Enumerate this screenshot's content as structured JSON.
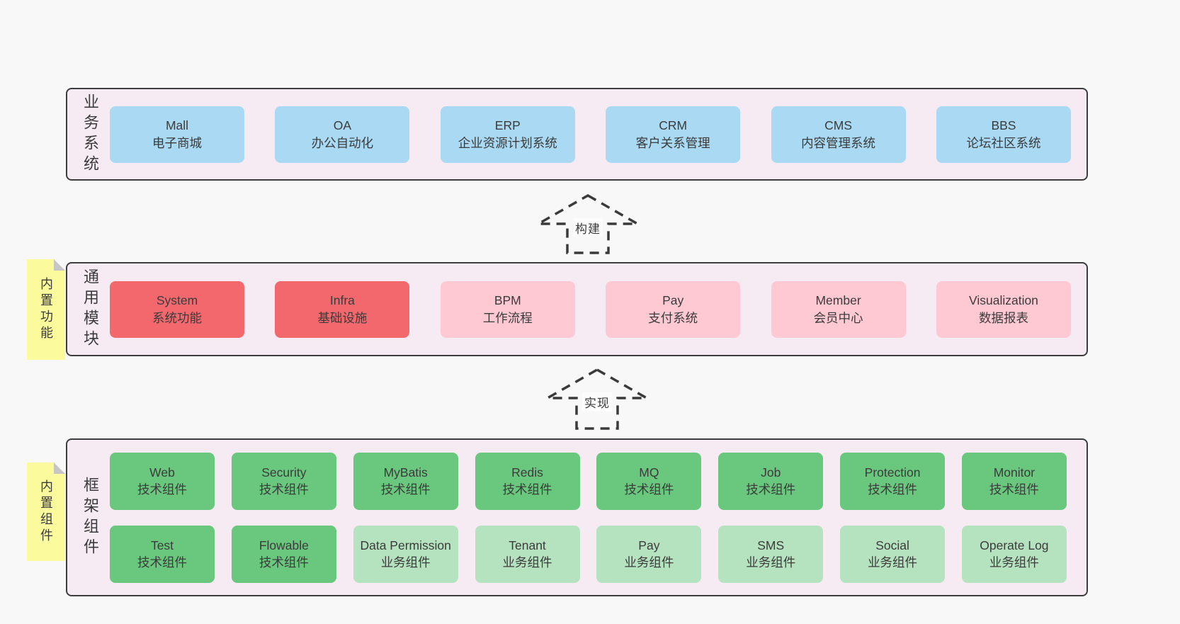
{
  "colors": {
    "page_bg": "#f8f8f8",
    "band_bg": "#f7ebf3",
    "band_border": "#3d3d3d",
    "blue": "#a9d9f3",
    "red": "#f3686d",
    "pink": "#ffc9d4",
    "green": "#69c87d",
    "lightgreen": "#b6e3bf",
    "yellow": "#fbfa9d",
    "fold": "#c6c6c6",
    "text": "#3b3b3b"
  },
  "arrows": [
    {
      "label": "构建"
    },
    {
      "label": "实现"
    }
  ],
  "bands": [
    {
      "label": "业务系统",
      "rows": [
        [
          {
            "title": "Mall",
            "subtitle": "电子商城",
            "color": "blue"
          },
          {
            "title": "OA",
            "subtitle": "办公自动化",
            "color": "blue"
          },
          {
            "title": "ERP",
            "subtitle": "企业资源计划系统",
            "color": "blue"
          },
          {
            "title": "CRM",
            "subtitle": "客户关系管理",
            "color": "blue"
          },
          {
            "title": "CMS",
            "subtitle": "内容管理系统",
            "color": "blue"
          },
          {
            "title": "BBS",
            "subtitle": "论坛社区系统",
            "color": "blue"
          }
        ]
      ]
    },
    {
      "label": "通用模块",
      "sticky": "内置功能",
      "rows": [
        [
          {
            "title": "System",
            "subtitle": "系统功能",
            "color": "red"
          },
          {
            "title": "Infra",
            "subtitle": "基础设施",
            "color": "red"
          },
          {
            "title": "BPM",
            "subtitle": "工作流程",
            "color": "pink"
          },
          {
            "title": "Pay",
            "subtitle": "支付系统",
            "color": "pink"
          },
          {
            "title": "Member",
            "subtitle": "会员中心",
            "color": "pink"
          },
          {
            "title": "Visualization",
            "subtitle": "数据报表",
            "color": "pink"
          }
        ]
      ]
    },
    {
      "label": "框架组件",
      "sticky": "内置组件",
      "rows": [
        [
          {
            "title": "Web",
            "subtitle": "技术组件",
            "color": "green"
          },
          {
            "title": "Security",
            "subtitle": "技术组件",
            "color": "green"
          },
          {
            "title": "MyBatis",
            "subtitle": "技术组件",
            "color": "green"
          },
          {
            "title": "Redis",
            "subtitle": "技术组件",
            "color": "green"
          },
          {
            "title": "MQ",
            "subtitle": "技术组件",
            "color": "green"
          },
          {
            "title": "Job",
            "subtitle": "技术组件",
            "color": "green"
          },
          {
            "title": "Protection",
            "subtitle": "技术组件",
            "color": "green"
          },
          {
            "title": "Monitor",
            "subtitle": "技术组件",
            "color": "green"
          }
        ],
        [
          {
            "title": "Test",
            "subtitle": "技术组件",
            "color": "green"
          },
          {
            "title": "Flowable",
            "subtitle": "技术组件",
            "color": "green"
          },
          {
            "title": "Data Permission",
            "subtitle": "业务组件",
            "color": "lightgreen"
          },
          {
            "title": "Tenant",
            "subtitle": "业务组件",
            "color": "lightgreen"
          },
          {
            "title": "Pay",
            "subtitle": "业务组件",
            "color": "lightgreen"
          },
          {
            "title": "SMS",
            "subtitle": "业务组件",
            "color": "lightgreen"
          },
          {
            "title": "Social",
            "subtitle": "业务组件",
            "color": "lightgreen"
          },
          {
            "title": "Operate Log",
            "subtitle": "业务组件",
            "color": "lightgreen"
          }
        ]
      ]
    }
  ]
}
